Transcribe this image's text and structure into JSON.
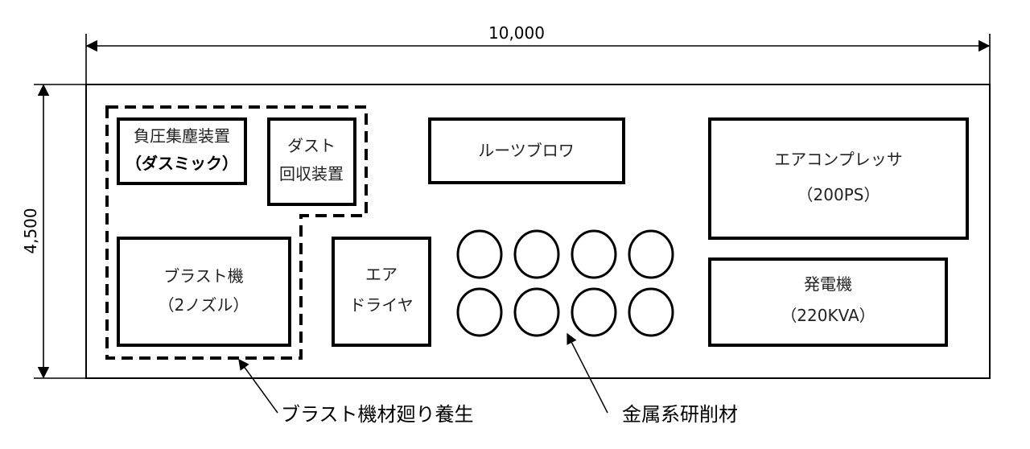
{
  "dimensions": {
    "width_label": "10,000",
    "height_label": "4,500"
  },
  "equipment": {
    "dust_collector": {
      "line1": "負圧集塵装置",
      "line2": "（ダスミック）"
    },
    "dust_recovery": {
      "line1": "ダスト",
      "line2": "回収装置"
    },
    "blast_machine": {
      "line1": "ブラスト機",
      "line2": "（2ノズル）"
    },
    "air_dryer": {
      "line1": "エア",
      "line2": "ドライヤ"
    },
    "roots_blower": {
      "line1": "ルーツブロワ"
    },
    "compressor": {
      "line1": "エアコンプレッサ",
      "line2": "（200PS）"
    },
    "generator": {
      "line1": "発電機",
      "line2": "（220KVA）"
    }
  },
  "callouts": {
    "curing": "ブラスト機材廻り養生",
    "abrasive": "金属系研削材"
  },
  "abrasive_bags": {
    "count": 8,
    "rows": 2,
    "columns": 4
  }
}
